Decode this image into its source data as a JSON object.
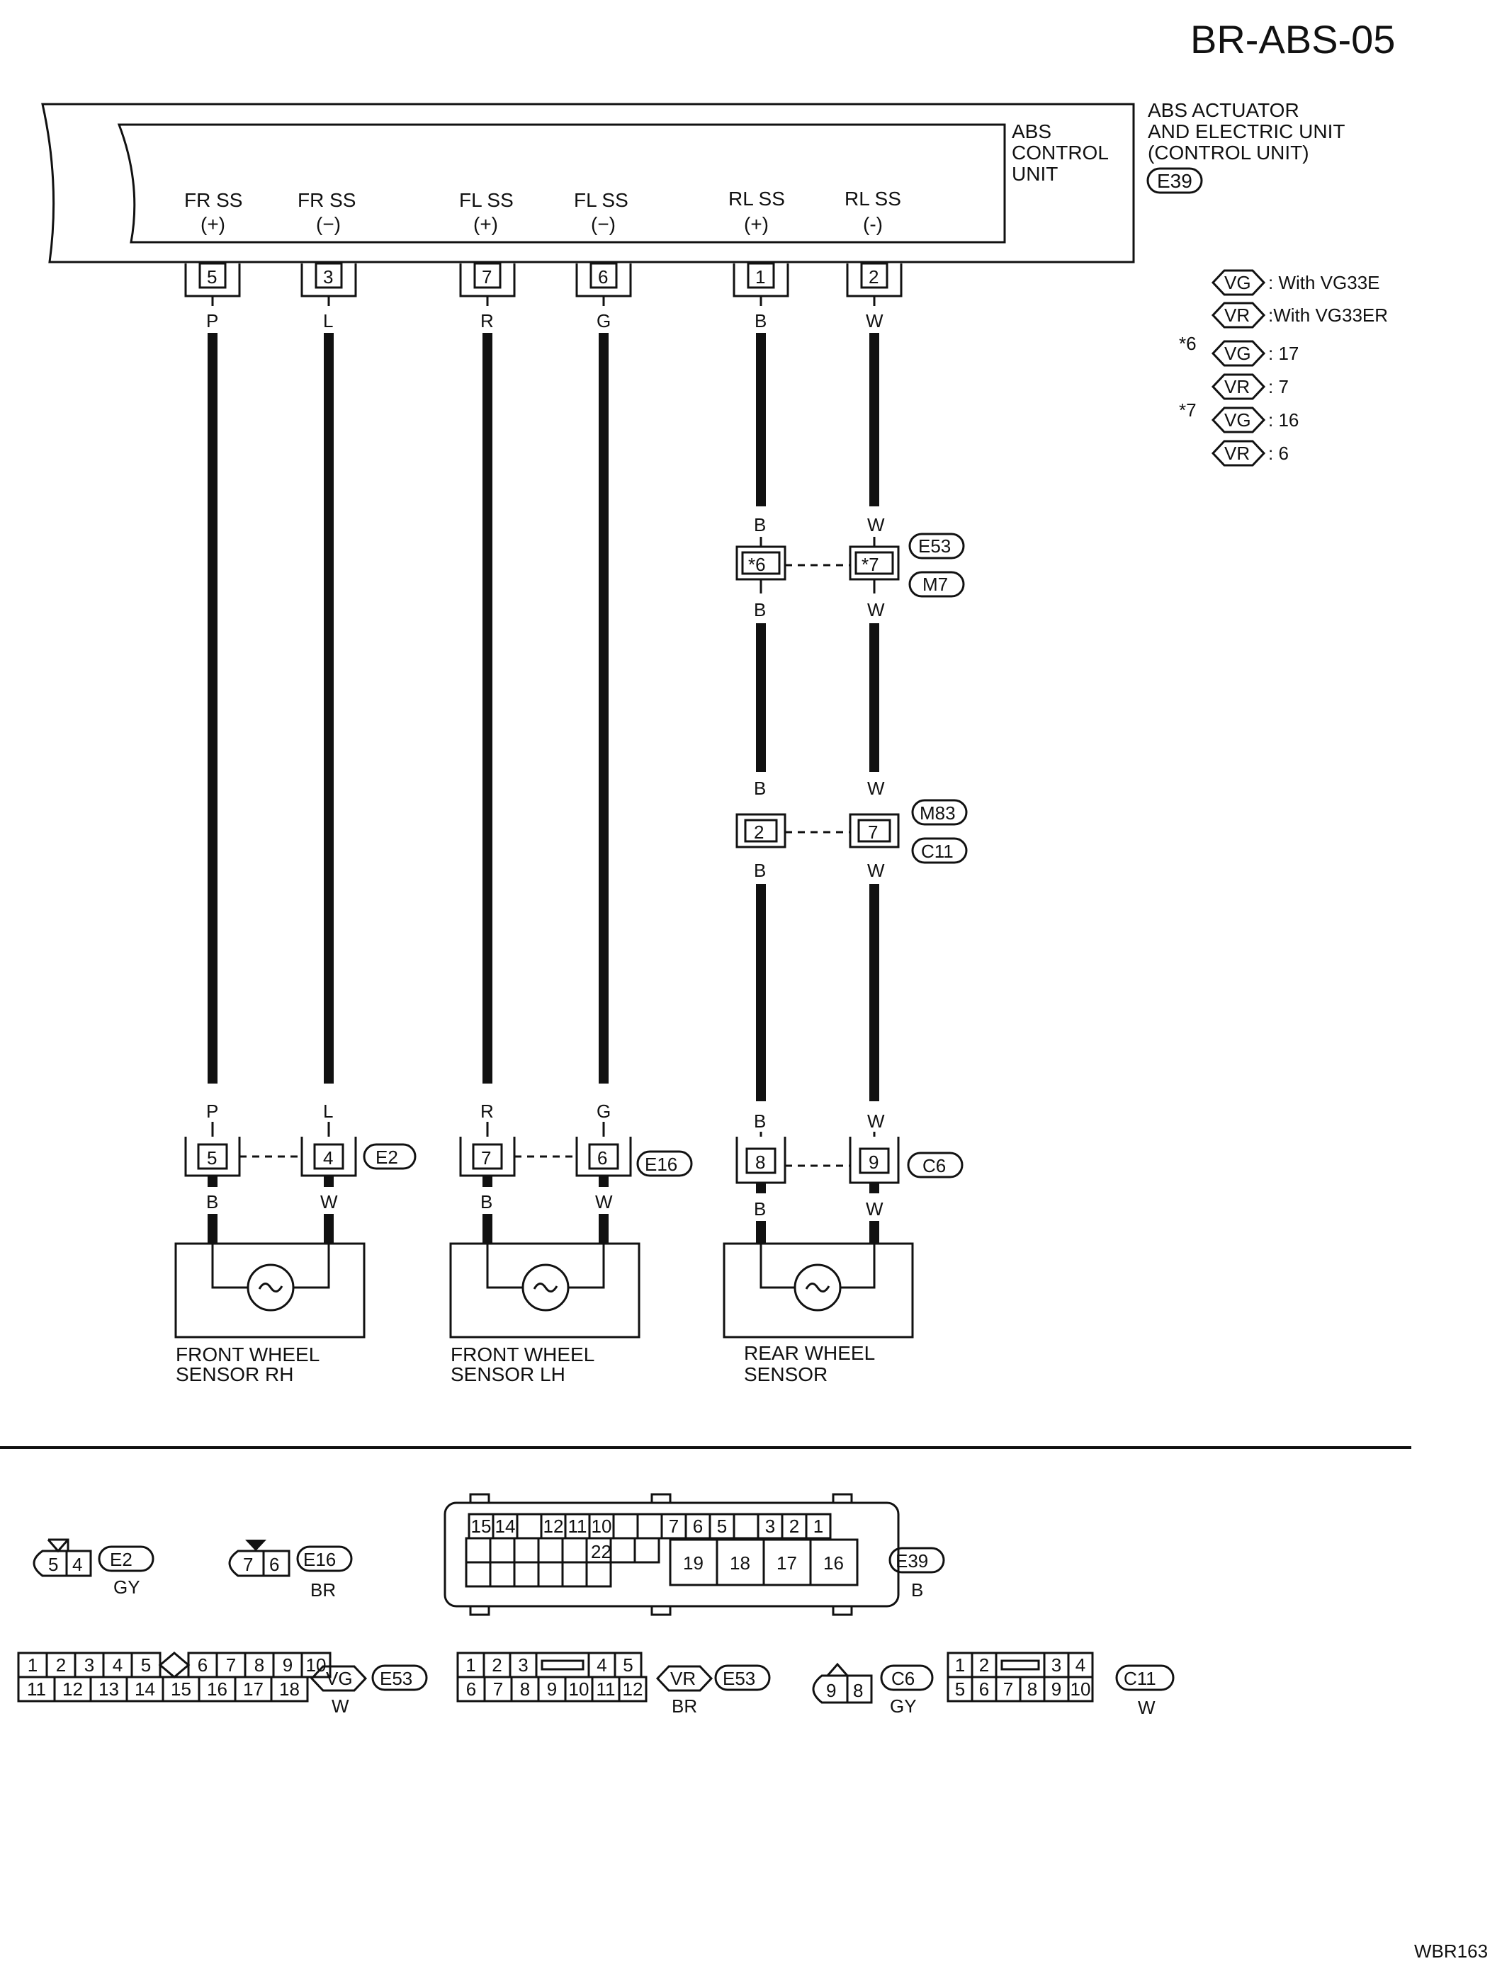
{
  "title": "BR-ABS-05",
  "ref_code": "WBR163",
  "actuator": {
    "label": [
      "ABS ACTUATOR",
      "AND ELECTRIC UNIT",
      "(CONTROL UNIT)"
    ],
    "connector": "E39",
    "control_unit": [
      "ABS",
      "CONTROL",
      "UNIT"
    ]
  },
  "terminals": [
    {
      "name": "FR SS",
      "sign": "(+)",
      "pin": "5",
      "color": "P"
    },
    {
      "name": "FR SS",
      "sign": "(−)",
      "pin": "3",
      "color": "L"
    },
    {
      "name": "FL SS",
      "sign": "(+)",
      "pin": "7",
      "color": "R"
    },
    {
      "name": "FL SS",
      "sign": "(−)",
      "pin": "6",
      "color": "G"
    },
    {
      "name": "RL SS",
      "sign": "(+)",
      "pin": "1",
      "color": "B"
    },
    {
      "name": "RL SS",
      "sign": "(-)",
      "pin": "2",
      "color": "W"
    }
  ],
  "legend": [
    {
      "prefix": "",
      "tag": "VG",
      "text": ": With VG33E"
    },
    {
      "prefix": "",
      "tag": "VR",
      "text": ":With VG33ER"
    },
    {
      "prefix": "*6",
      "tag": "VG",
      "text": ": 17"
    },
    {
      "prefix": "",
      "tag": "VR",
      "text": ": 7"
    },
    {
      "prefix": "*7",
      "tag": "VG",
      "text": ": 16"
    },
    {
      "prefix": "",
      "tag": "VR",
      "text": ": 6"
    }
  ],
  "rear_joints": [
    {
      "pins": [
        "*6",
        "*7"
      ],
      "colors_top": [
        "B",
        "W"
      ],
      "colors_bottom": [
        "B",
        "W"
      ],
      "connectors": [
        "E53",
        "M7"
      ]
    },
    {
      "pins": [
        "2",
        "7"
      ],
      "colors_top": [
        "B",
        "W"
      ],
      "colors_bottom": [
        "B",
        "W"
      ],
      "connectors": [
        "M83",
        "C11"
      ]
    }
  ],
  "sensor_joints": [
    {
      "pins": [
        "5",
        "4"
      ],
      "colors_top": [
        "P",
        "L"
      ],
      "colors_bottom": [
        "B",
        "W"
      ],
      "connector": "E2"
    },
    {
      "pins": [
        "7",
        "6"
      ],
      "colors_top": [
        "R",
        "G"
      ],
      "colors_bottom": [
        "B",
        "W"
      ],
      "connector": "E16"
    },
    {
      "pins": [
        "8",
        "9"
      ],
      "colors_top": [
        "B",
        "W"
      ],
      "colors_bottom": [
        "B",
        "W"
      ],
      "connector": "C6"
    }
  ],
  "sensors": [
    {
      "label": [
        "FRONT WHEEL",
        "SENSOR RH"
      ]
    },
    {
      "label": [
        "FRONT WHEEL",
        "SENSOR LH"
      ]
    },
    {
      "label": [
        "REAR WHEEL",
        "SENSOR"
      ]
    }
  ],
  "connector_views": {
    "e2": {
      "pins": [
        "5",
        "4"
      ],
      "id": "E2",
      "color": "GY"
    },
    "e16": {
      "pins": [
        "7",
        "6"
      ],
      "id": "E16",
      "color": "BR"
    },
    "e39": {
      "top_row": [
        "15",
        "14",
        "",
        "12",
        "11",
        "10",
        "",
        "",
        "7",
        "6",
        "5",
        "",
        "3",
        "2",
        "1"
      ],
      "mid_pin": "22",
      "big_pins": [
        "19",
        "18",
        "17",
        "16"
      ],
      "id": "E39",
      "color": "B"
    },
    "e53_vg": {
      "top_row": [
        "1",
        "2",
        "3",
        "4",
        "5",
        "",
        "6",
        "7",
        "8",
        "9",
        "10"
      ],
      "bottom_row": [
        "11",
        "12",
        "13",
        "14",
        "15",
        "16",
        "17",
        "18"
      ],
      "tag": "VG",
      "id": "E53",
      "color": "W"
    },
    "e53_vr": {
      "top_row": [
        "1",
        "2",
        "3",
        "",
        "4",
        "5"
      ],
      "bottom_row": [
        "6",
        "7",
        "8",
        "9",
        "10",
        "11",
        "12"
      ],
      "tag": "VR",
      "id": "E53",
      "color": "BR"
    },
    "c6": {
      "pins": [
        "9",
        "8"
      ],
      "id": "C6",
      "color": "GY"
    },
    "c11": {
      "top_row": [
        "1",
        "2",
        "",
        "3",
        "4"
      ],
      "bottom_row": [
        "5",
        "6",
        "7",
        "8",
        "9",
        "10"
      ],
      "id": "C11",
      "color": "W"
    }
  }
}
